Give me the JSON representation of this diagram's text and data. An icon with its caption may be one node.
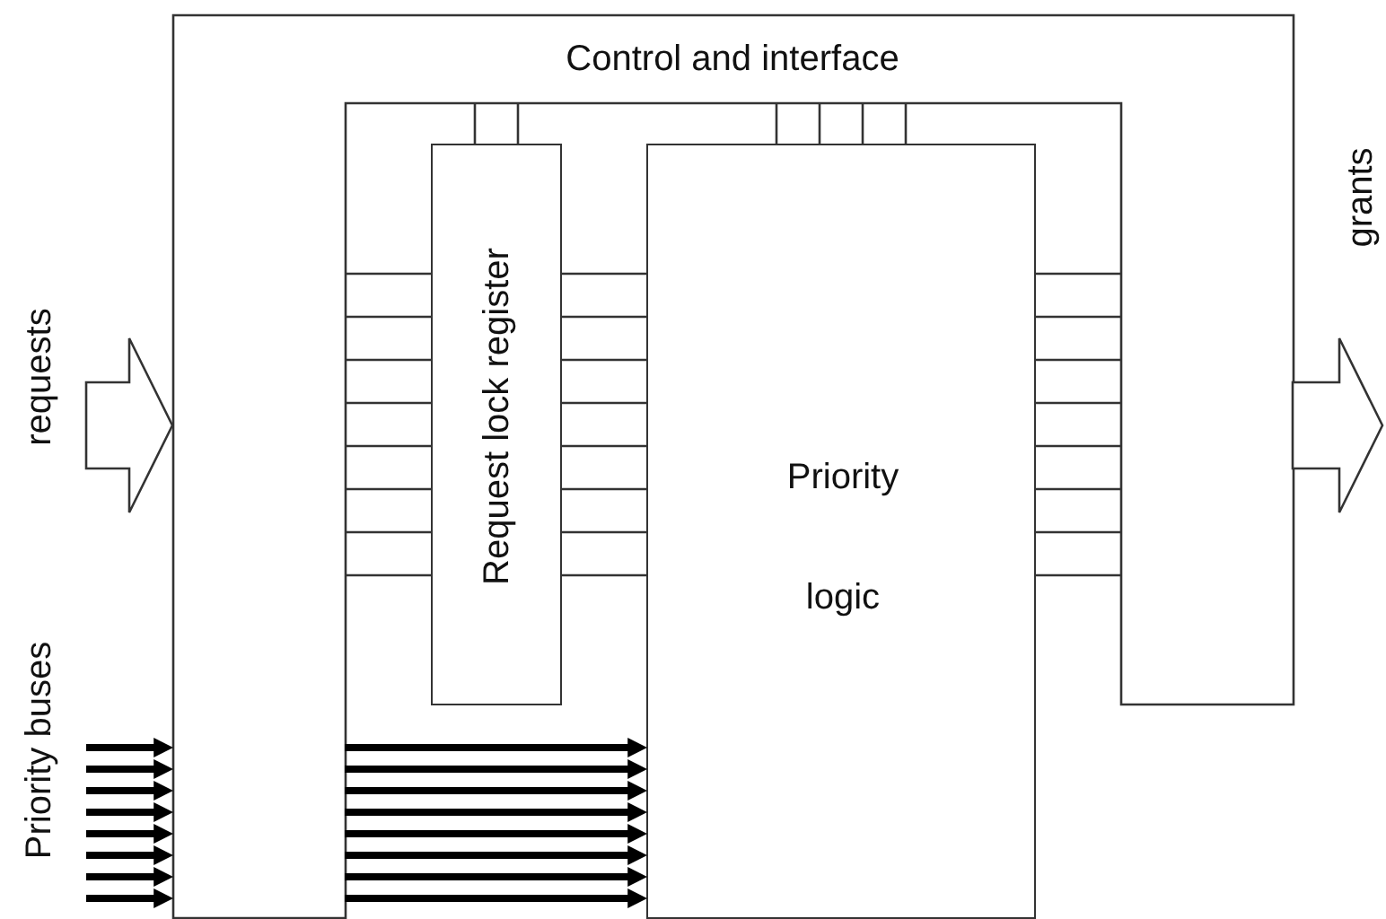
{
  "diagram": {
    "nodes": [
      {
        "text": [
          "Control and interface"
        ]
      },
      {
        "text": [
          "Request lock register"
        ]
      },
      {
        "text": [
          "Priority logic"
        ]
      }
    ],
    "edges": [
      {
        "from": null,
        "to": 0,
        "arrow": "to"
      },
      {
        "from": 0,
        "to": null,
        "arrow": "to"
      },
      {
        "from": null,
        "to": 0,
        "arrow": "to",
        "style": "thick"
      },
      {
        "from": null,
        "to": 0,
        "arrow": "to",
        "style": "thick"
      },
      {
        "from": null,
        "to": 0,
        "arrow": "to",
        "style": "thick"
      },
      {
        "from": null,
        "to": 0,
        "arrow": "to",
        "style": "thick"
      },
      {
        "from": null,
        "to": 0,
        "arrow": "to",
        "style": "thick"
      },
      {
        "from": null,
        "to": 0,
        "arrow": "to",
        "style": "thick"
      },
      {
        "from": null,
        "to": 0,
        "arrow": "to",
        "style": "thick"
      },
      {
        "from": null,
        "to": 0,
        "arrow": "to",
        "style": "thick"
      },
      {
        "from": 0,
        "to": 1,
        "arrow": "none"
      },
      {
        "from": 0,
        "to": 1,
        "arrow": "none"
      },
      {
        "from": 0,
        "to": 1,
        "arrow": "none"
      },
      {
        "from": 0,
        "to": 1,
        "arrow": "none"
      },
      {
        "from": 0,
        "to": 1,
        "arrow": "none"
      },
      {
        "from": 0,
        "to": 1,
        "arrow": "none"
      },
      {
        "from": 0,
        "to": 1,
        "arrow": "none"
      },
      {
        "from": 0,
        "to": 1,
        "arrow": "none"
      },
      {
        "from": 1,
        "to": 2,
        "arrow": "none"
      },
      {
        "from": 1,
        "to": 2,
        "arrow": "none"
      },
      {
        "from": 1,
        "to": 2,
        "arrow": "none"
      },
      {
        "from": 1,
        "to": 2,
        "arrow": "none"
      },
      {
        "from": 1,
        "to": 2,
        "arrow": "none"
      },
      {
        "from": 1,
        "to": 2,
        "arrow": "none"
      },
      {
        "from": 1,
        "to": 2,
        "arrow": "none"
      },
      {
        "from": 1,
        "to": 2,
        "arrow": "none"
      },
      {
        "from": 2,
        "to": 0,
        "arrow": "none"
      },
      {
        "from": 2,
        "to": 0,
        "arrow": "none"
      },
      {
        "from": 2,
        "to": 0,
        "arrow": "none"
      },
      {
        "from": 2,
        "to": 0,
        "arrow": "none"
      },
      {
        "from": 2,
        "to": 0,
        "arrow": "none"
      },
      {
        "from": 2,
        "to": 0,
        "arrow": "none"
      },
      {
        "from": 2,
        "to": 0,
        "arrow": "none"
      },
      {
        "from": 2,
        "to": 0,
        "arrow": "none"
      },
      {
        "from": 0,
        "to": 1,
        "arrow": "none"
      },
      {
        "from": 0,
        "to": 1,
        "arrow": "none"
      },
      {
        "from": 0,
        "to": 2,
        "arrow": "none"
      },
      {
        "from": 0,
        "to": 2,
        "arrow": "none"
      },
      {
        "from": 0,
        "to": 2,
        "arrow": "none"
      },
      {
        "from": 0,
        "to": 2,
        "arrow": "none"
      },
      {
        "from": 0,
        "to": 2,
        "arrow": "to",
        "style": "thick"
      },
      {
        "from": 0,
        "to": 2,
        "arrow": "to",
        "style": "thick"
      },
      {
        "from": 0,
        "to": 2,
        "arrow": "to",
        "style": "thick"
      },
      {
        "from": 0,
        "to": 2,
        "arrow": "to",
        "style": "thick"
      },
      {
        "from": 0,
        "to": 2,
        "arrow": "to",
        "style": "thick"
      },
      {
        "from": 0,
        "to": 2,
        "arrow": "to",
        "style": "thick"
      },
      {
        "from": 0,
        "to": 2,
        "arrow": "to",
        "style": "thick"
      },
      {
        "from": 0,
        "to": 2,
        "arrow": "to",
        "style": "thick"
      }
    ],
    "labels": [
      "requests",
      "grants",
      "Priority buses"
    ]
  }
}
